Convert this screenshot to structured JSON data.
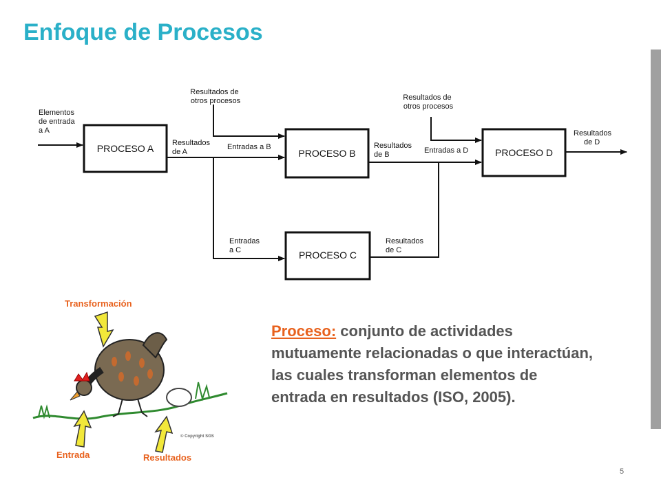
{
  "title": "Enfoque de Procesos",
  "diagram": {
    "inputs_a": [
      "Elementos",
      "de entrada",
      "a A"
    ],
    "process_a": "PROCESO A",
    "results_a": [
      "Resultados",
      "de A"
    ],
    "other_results_b": [
      "Resultados de",
      "otros procesos"
    ],
    "inputs_b": "Entradas a B",
    "process_b": "PROCESO B",
    "results_b": [
      "Resultados",
      "de B"
    ],
    "other_results_d": [
      "Resultados de",
      "otros procesos"
    ],
    "inputs_d": "Entradas a D",
    "process_d": "PROCESO D",
    "results_d": [
      "Resultados",
      "de D"
    ],
    "inputs_c": [
      "Entradas",
      "a C"
    ],
    "process_c": "PROCESO C",
    "results_c": [
      "Resultados",
      "de C"
    ]
  },
  "illustration": {
    "transform_label": "Transformación",
    "input_label": "Entrada",
    "output_label": "Resultados",
    "copyright": "© Copyright SGS"
  },
  "definition": {
    "term": "Proceso:",
    "text": " conjunto de actividades mutuamente relacionadas o que interactúan, las cuales transforman elementos de entrada en resultados (ISO, 2005)."
  },
  "page_number": "5",
  "colors": {
    "title": "#2ab0c8",
    "term": "#e8621e",
    "body_text": "#555555",
    "sidebar": "#a0a0a0"
  }
}
